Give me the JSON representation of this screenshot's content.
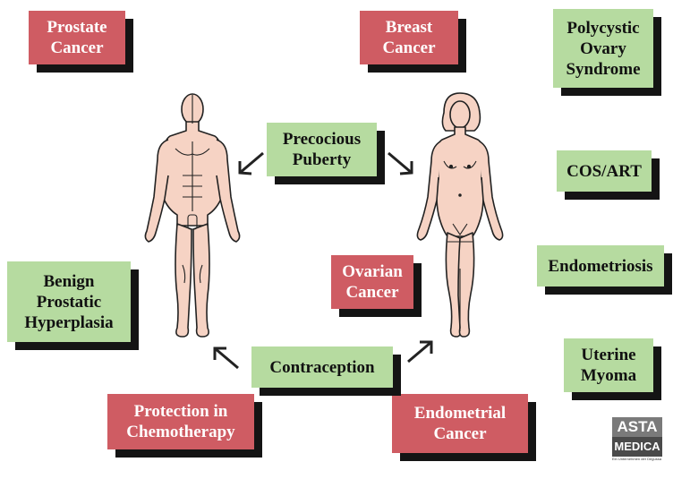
{
  "boxes": {
    "prostate_cancer": "Prostate\nCancer",
    "breast_cancer": "Breast\nCancer",
    "polycystic": "Polycystic\nOvary\nSyndrome",
    "precocious": "Precocious\nPuberty",
    "cos_art": "COS/ART",
    "endometriosis": "Endometriosis",
    "bph": "Benign\nProstatic\nHyperplasia",
    "ovarian": "Ovarian\nCancer",
    "contraception": "Contraception",
    "uterine": "Uterine\nMyoma",
    "protection": "Protection in\nChemotherapy",
    "endometrial": "Endometrial\nCancer"
  },
  "logo": {
    "line1": "ASTA",
    "line2": "MEDICA",
    "tagline": "Ein Unternehmen der Degussa"
  },
  "colors": {
    "red_box": "#cf5c63",
    "green_box": "#b6dba0",
    "skin": "#f6d3c4",
    "shadow": "#141414"
  }
}
